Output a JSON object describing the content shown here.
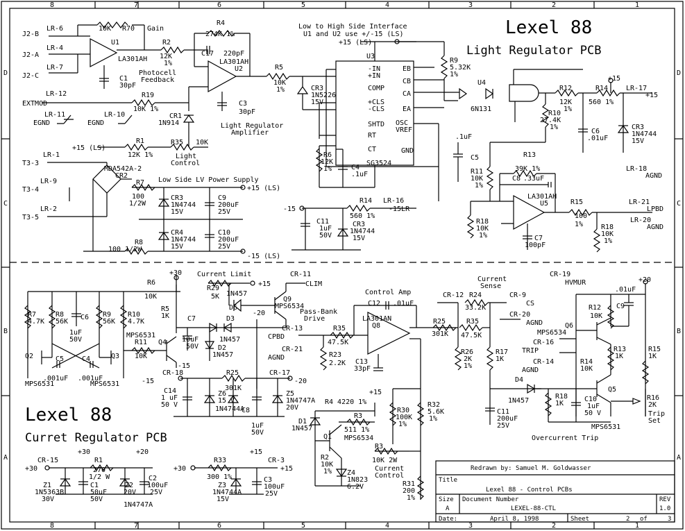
{
  "border": {
    "cols_top": [
      "8",
      "7",
      "6",
      "5",
      "4",
      "3",
      "2",
      "1"
    ],
    "cols_bottom": [
      "8",
      "7",
      "6",
      "5",
      "4",
      "3",
      "2",
      "1"
    ],
    "rows_left": [
      "D",
      "C",
      "B",
      "A"
    ],
    "rows_right": [
      "D",
      "C",
      "B",
      "A"
    ]
  },
  "titles": {
    "light_title": "Lexel 88",
    "light_sub": "Light Regulator PCB",
    "current_title": "Lexel 88",
    "current_sub": "Curret Regulator PCB"
  },
  "sections": {
    "interface": "Low to High Side Interface",
    "interface2": "U1 and U2 use +/-15 (LS)",
    "lv_supply": "Low Side LV Power Supply",
    "photocell": "Photocell",
    "feedback": "Feedback",
    "gain": "Gain",
    "lr_amp1": "Light Regulator",
    "lr_amp2": "Amplifier",
    "light_ctrl1": "Light",
    "light_ctrl2": "Control",
    "current_limit": "Current Limit",
    "control_amp": "Control Amp",
    "current_sense1": "Current",
    "current_sense2": "Sense",
    "pass_bank1": "Pass-Bank",
    "pass_bank2": "Drive",
    "current_control1": "Current",
    "current_control2": "Control",
    "overcurrent": "Overcurrent Trip",
    "trip1": "Trip",
    "trip2": "Set"
  },
  "labels_top": [
    {
      "t": "J2-B"
    },
    {
      "t": "LR-6"
    },
    {
      "t": "J2-A"
    },
    {
      "t": "LR-4"
    },
    {
      "t": "J2-C"
    },
    {
      "t": "LR-7"
    },
    {
      "t": "10K"
    },
    {
      "t": "R70"
    },
    {
      "t": "U1"
    },
    {
      "t": "LA301AH"
    },
    {
      "t": "C1"
    },
    {
      "t": "30pF"
    },
    {
      "t": "R4"
    },
    {
      "t": "274K 1%"
    },
    {
      "t": "C17"
    },
    {
      "t": "220pF"
    },
    {
      "t": "R2"
    },
    {
      "t": "12K"
    },
    {
      "t": "1%"
    },
    {
      "t": "LA301AH"
    },
    {
      "t": "U2"
    },
    {
      "t": "C3"
    },
    {
      "t": "30pF"
    },
    {
      "t": "LR-12"
    },
    {
      "t": "EXTMOD"
    },
    {
      "t": "R19"
    },
    {
      "t": "10K 1%"
    },
    {
      "t": "CR1"
    },
    {
      "t": "1N914"
    },
    {
      "t": "LR-11"
    },
    {
      "t": "EGND"
    },
    {
      "t": "LR-10"
    },
    {
      "t": "EGND"
    },
    {
      "t": "+15 (LS)"
    },
    {
      "t": "R1"
    },
    {
      "t": "12K 1%"
    },
    {
      "t": "R35"
    },
    {
      "t": "10K"
    },
    {
      "t": "LR-1"
    },
    {
      "t": "T3-3"
    },
    {
      "t": "MDA542A-2"
    },
    {
      "t": "CR2"
    },
    {
      "t": "LR-9"
    },
    {
      "t": "T3-4"
    },
    {
      "t": "LR-2"
    },
    {
      "t": "T3-5"
    },
    {
      "t": "R7"
    },
    {
      "t": "100"
    },
    {
      "t": "1/2W"
    },
    {
      "t": "CR3"
    },
    {
      "t": "1N4744"
    },
    {
      "t": "15V"
    },
    {
      "t": "C9"
    },
    {
      "t": "200uF"
    },
    {
      "t": "25V"
    },
    {
      "t": "+15 (LS)"
    },
    {
      "t": "CR4"
    },
    {
      "t": "1N4744"
    },
    {
      "t": "15V"
    },
    {
      "t": "C10"
    },
    {
      "t": "200uF"
    },
    {
      "t": "25V"
    },
    {
      "t": "R8"
    },
    {
      "t": "100 1/2W"
    },
    {
      "t": "-15 (LS)"
    },
    {
      "t": "+15 (LS)"
    },
    {
      "t": "U3"
    },
    {
      "t": "R5"
    },
    {
      "t": "10K"
    },
    {
      "t": "1%"
    },
    {
      "t": "CR3"
    },
    {
      "t": "1N5226"
    },
    {
      "t": "15V"
    },
    {
      "t": "-IN"
    },
    {
      "t": "+IN"
    },
    {
      "t": "COMP"
    },
    {
      "t": "+CLS"
    },
    {
      "t": "-CLS"
    },
    {
      "t": "SHTD"
    },
    {
      "t": "RT"
    },
    {
      "t": "CT"
    },
    {
      "t": "EB"
    },
    {
      "t": "CB"
    },
    {
      "t": "CA"
    },
    {
      "t": "EA"
    },
    {
      "t": "OSC"
    },
    {
      "t": "VREF"
    },
    {
      "t": "GND"
    },
    {
      "t": "SG3524"
    },
    {
      "t": "R6"
    },
    {
      "t": "12K"
    },
    {
      "t": "1%"
    },
    {
      "t": "C4"
    },
    {
      "t": ".1uF"
    },
    {
      "t": "R9"
    },
    {
      "t": "5.32K"
    },
    {
      "t": "1%"
    },
    {
      "t": "-15"
    },
    {
      "t": "R14"
    },
    {
      "t": "560 1%"
    },
    {
      "t": "LR-16"
    },
    {
      "t": "-15LR"
    },
    {
      "t": "C11"
    },
    {
      "t": "1uF"
    },
    {
      "t": "50V"
    },
    {
      "t": "CR3"
    },
    {
      "t": "1N4744"
    },
    {
      "t": "15V"
    },
    {
      "t": "U4"
    },
    {
      "t": "6N131"
    },
    {
      "t": "R12"
    },
    {
      "t": "12K"
    },
    {
      "t": "1%"
    },
    {
      "t": "R14"
    },
    {
      "t": "560 1%"
    },
    {
      "t": "+15"
    },
    {
      "t": "LR-17"
    },
    {
      "t": "+15"
    },
    {
      "t": "R10"
    },
    {
      "t": "27.4K"
    },
    {
      "t": "1%"
    },
    {
      "t": "C6"
    },
    {
      "t": ".01uF"
    },
    {
      "t": "CR3"
    },
    {
      "t": "1N4744"
    },
    {
      "t": "15V"
    },
    {
      "t": ".1uF"
    },
    {
      "t": "C5"
    },
    {
      "t": "R13"
    },
    {
      "t": "39K 1%"
    },
    {
      "t": "C8"
    },
    {
      "t": ".33uF"
    },
    {
      "t": "R11"
    },
    {
      "t": "10K"
    },
    {
      "t": "1%"
    },
    {
      "t": "LA301AH"
    },
    {
      "t": "U5"
    },
    {
      "t": "LR-18"
    },
    {
      "t": "AGND"
    },
    {
      "t": "R15"
    },
    {
      "t": "100"
    },
    {
      "t": "1%"
    },
    {
      "t": "LR-21"
    },
    {
      "t": "LPBD"
    },
    {
      "t": "R18"
    },
    {
      "t": "10K"
    },
    {
      "t": "1%"
    },
    {
      "t": "C7"
    },
    {
      "t": "100pF"
    },
    {
      "t": "R18"
    },
    {
      "t": "10K"
    },
    {
      "t": "1%"
    },
    {
      "t": "LR-20"
    },
    {
      "t": "AGND"
    }
  ],
  "labels_bottom": [
    {
      "t": "+30"
    },
    {
      "t": "R6"
    },
    {
      "t": "10K"
    },
    {
      "t": "R5"
    },
    {
      "t": "1K"
    },
    {
      "t": "R7"
    },
    {
      "t": "4.7K"
    },
    {
      "t": "R8"
    },
    {
      "t": "56K"
    },
    {
      "t": "C6"
    },
    {
      "t": "1uF"
    },
    {
      "t": "50V"
    },
    {
      "t": "R9"
    },
    {
      "t": "56K"
    },
    {
      "t": "R10"
    },
    {
      "t": "4.7K"
    },
    {
      "t": "Q2"
    },
    {
      "t": "C5"
    },
    {
      "t": "C4"
    },
    {
      "t": "Q3"
    },
    {
      "t": "MPS6531"
    },
    {
      "t": ".001uF"
    },
    {
      "t": ".001uF"
    },
    {
      "t": "MPS6531"
    },
    {
      "t": "R11"
    },
    {
      "t": "10K"
    },
    {
      "t": "MPS6531"
    },
    {
      "t": "Q4"
    },
    {
      "t": "C7"
    },
    {
      "t": "10uF"
    },
    {
      "t": "50V"
    },
    {
      "t": "D3"
    },
    {
      "t": "1N457"
    },
    {
      "t": "D2"
    },
    {
      "t": "1N457"
    },
    {
      "t": "-15"
    },
    {
      "t": "-20"
    },
    {
      "t": "R29"
    },
    {
      "t": "5K"
    },
    {
      "t": "+15"
    },
    {
      "t": "D6"
    },
    {
      "t": "1N457"
    },
    {
      "t": "Q9"
    },
    {
      "t": "MPS6534"
    },
    {
      "t": "CR-11"
    },
    {
      "t": "CLIM"
    },
    {
      "t": "CR-18"
    },
    {
      "t": "-15"
    },
    {
      "t": "R25"
    },
    {
      "t": "301K"
    },
    {
      "t": "CR-17"
    },
    {
      "t": "-20"
    },
    {
      "t": "C14"
    },
    {
      "t": "1 uF"
    },
    {
      "t": "50 V"
    },
    {
      "t": "Z6"
    },
    {
      "t": "15 V"
    },
    {
      "t": "1N4744A"
    },
    {
      "t": "C8"
    },
    {
      "t": "1uF"
    },
    {
      "t": "50V"
    },
    {
      "t": "Z5"
    },
    {
      "t": "1N4747A"
    },
    {
      "t": "20V"
    },
    {
      "t": "CR-13"
    },
    {
      "t": "CPBD"
    },
    {
      "t": "R35"
    },
    {
      "t": "47.5K"
    },
    {
      "t": "CR-21"
    },
    {
      "t": "AGND"
    },
    {
      "t": "R23"
    },
    {
      "t": "2.2K"
    },
    {
      "t": "C12"
    },
    {
      "t": ".01uF"
    },
    {
      "t": "LA301AN"
    },
    {
      "t": "Q8"
    },
    {
      "t": "C13"
    },
    {
      "t": "33pF"
    },
    {
      "t": "R25"
    },
    {
      "t": "301K"
    },
    {
      "t": "R35"
    },
    {
      "t": "47.5K"
    },
    {
      "t": "CR-12"
    },
    {
      "t": "R24"
    },
    {
      "t": "33.2K"
    },
    {
      "t": "CR-9"
    },
    {
      "t": "CS"
    },
    {
      "t": "CR-20"
    },
    {
      "t": "AGND"
    },
    {
      "t": "R26"
    },
    {
      "t": "2K"
    },
    {
      "t": "1%"
    },
    {
      "t": "R17"
    },
    {
      "t": "1K"
    },
    {
      "t": "CR-19"
    },
    {
      "t": "HVMUR"
    },
    {
      "t": "+20"
    },
    {
      "t": ".01uF"
    },
    {
      "t": "C9"
    },
    {
      "t": "R12"
    },
    {
      "t": "10K"
    },
    {
      "t": "Q6"
    },
    {
      "t": "MPS6534"
    },
    {
      "t": "CR-16"
    },
    {
      "t": "TRIP"
    },
    {
      "t": "R13"
    },
    {
      "t": "1K"
    },
    {
      "t": "R15"
    },
    {
      "t": "1K"
    },
    {
      "t": "CR-14"
    },
    {
      "t": "AGND"
    },
    {
      "t": "R14"
    },
    {
      "t": "10K"
    },
    {
      "t": "D4"
    },
    {
      "t": "1N457"
    },
    {
      "t": "R18"
    },
    {
      "t": "1K"
    },
    {
      "t": "C10"
    },
    {
      "t": "1uF"
    },
    {
      "t": "50 V"
    },
    {
      "t": "Q5"
    },
    {
      "t": "R16"
    },
    {
      "t": "2K"
    },
    {
      "t": "C11"
    },
    {
      "t": "200uF"
    },
    {
      "t": "25V"
    },
    {
      "t": "MPS6531"
    },
    {
      "t": "+15"
    },
    {
      "t": "R4 4220 1%"
    },
    {
      "t": "R3"
    },
    {
      "t": "511 1%"
    },
    {
      "t": "D1"
    },
    {
      "t": "1N457"
    },
    {
      "t": "Q1"
    },
    {
      "t": "MPS6534"
    },
    {
      "t": "R30"
    },
    {
      "t": "100K"
    },
    {
      "t": "1%"
    },
    {
      "t": "R32"
    },
    {
      "t": "5.6K"
    },
    {
      "t": "1%"
    },
    {
      "t": "R2"
    },
    {
      "t": "10K"
    },
    {
      "t": "1%"
    },
    {
      "t": "Z4"
    },
    {
      "t": "1N823"
    },
    {
      "t": "6.2V"
    },
    {
      "t": "R3"
    },
    {
      "t": "10K 2W"
    },
    {
      "t": "R31"
    },
    {
      "t": "200"
    },
    {
      "t": "1%"
    },
    {
      "t": "CR-15"
    },
    {
      "t": "+30"
    },
    {
      "t": "+30"
    },
    {
      "t": "R1"
    },
    {
      "t": "270"
    },
    {
      "t": "1/2 W"
    },
    {
      "t": "+20"
    },
    {
      "t": "Z1"
    },
    {
      "t": "1N5363B"
    },
    {
      "t": "30V"
    },
    {
      "t": "C1"
    },
    {
      "t": "50uF"
    },
    {
      "t": "50V"
    },
    {
      "t": "Z2"
    },
    {
      "t": "20V"
    },
    {
      "t": "1N4747A"
    },
    {
      "t": "C2"
    },
    {
      "t": "100uF"
    },
    {
      "t": "25V"
    },
    {
      "t": "+30"
    },
    {
      "t": "R33"
    },
    {
      "t": "300 1%"
    },
    {
      "t": "Z3"
    },
    {
      "t": "1N4744A"
    },
    {
      "t": "15V"
    },
    {
      "t": "+15"
    },
    {
      "t": "CR-3"
    },
    {
      "t": "+15"
    },
    {
      "t": "C3"
    },
    {
      "t": "100uF"
    },
    {
      "t": "25V"
    }
  ],
  "title_block": {
    "drawn_by": "Redrawn by: Samuel M. Goldwasser",
    "title_label": "Title",
    "title": "Lexel 88 - Control PCBs",
    "size_label": "Size",
    "size": "A",
    "docnum_label": "Document Number",
    "docnum": "LEXEL-88-CTL",
    "rev_label": "REV",
    "rev": "1.0",
    "date_label": "Date:",
    "date": "April 8, 1998",
    "sheet_label": "Sheet",
    "sheet": "2",
    "of_label": "of",
    "of": "3"
  }
}
